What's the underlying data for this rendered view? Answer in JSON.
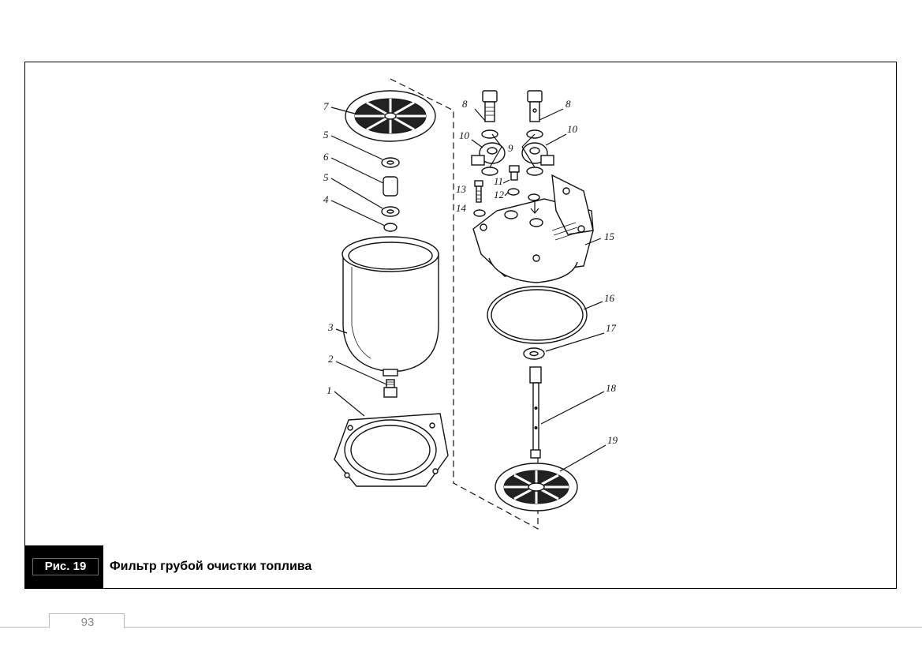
{
  "figure": {
    "label": "Рис. 19",
    "title": "Фильтр грубой очистки топлива",
    "callouts": [
      "1",
      "2",
      "3",
      "4",
      "5",
      "5",
      "6",
      "7",
      "8",
      "8",
      "9",
      "10",
      "10",
      "11",
      "12",
      "13",
      "14",
      "15",
      "16",
      "17",
      "18",
      "19"
    ]
  },
  "footer": {
    "page_number": "93"
  }
}
